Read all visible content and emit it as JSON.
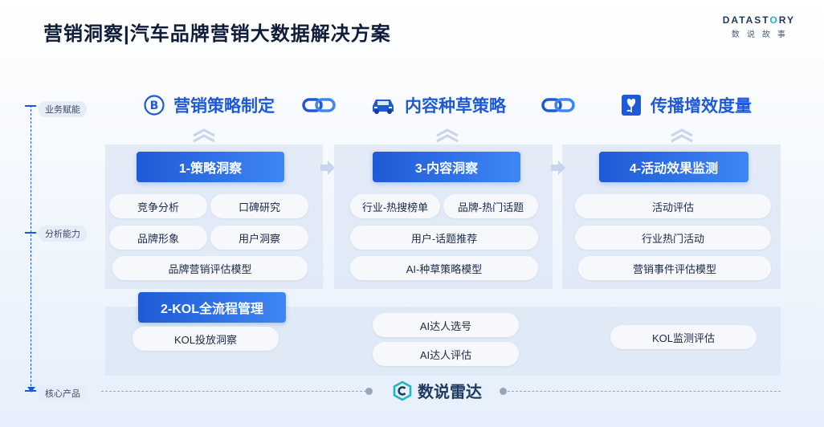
{
  "header": {
    "title": "营销洞察|汽车品牌营销大数据解决方案",
    "logo_en_parts": [
      "DATAST",
      "O",
      "RY"
    ],
    "logo_cn": "数说故事"
  },
  "axis": {
    "labels": [
      "业务赋能",
      "分析能力",
      "核心产品"
    ]
  },
  "columns": [
    {
      "heading": "营销策略制定",
      "icon": "bitcoin-shield-icon"
    },
    {
      "heading": "内容种草策略",
      "icon": "car-icon"
    },
    {
      "heading": "传播增效度量",
      "icon": "heart-flower-icon"
    }
  ],
  "sections": {
    "s1": {
      "title": "1-策略洞察",
      "items": [
        "竞争分析",
        "口碑研究",
        "品牌形象",
        "用户洞察",
        "品牌营销评估模型"
      ]
    },
    "s3": {
      "title": "3-内容洞察",
      "items": [
        "行业-热搜榜单",
        "品牌-热门话题",
        "用户-话题推荐",
        "AI-种草策略模型"
      ]
    },
    "s4": {
      "title": "4-活动效果监测",
      "items": [
        "活动评估",
        "行业热门活动",
        "营销事件评估模型"
      ]
    },
    "s2": {
      "title": "2-KOL全流程管理",
      "items": [
        "KOL投放洞察",
        "AI达人选号",
        "AI达人评估",
        "KOL监测评估"
      ]
    }
  },
  "product": {
    "name": "数说雷达",
    "icon": "radar-logo-icon"
  },
  "colors": {
    "primary": "#1f5ad6",
    "bar_gradient_end": "#3f86f5",
    "logo_accent": "#1fb5c4"
  }
}
